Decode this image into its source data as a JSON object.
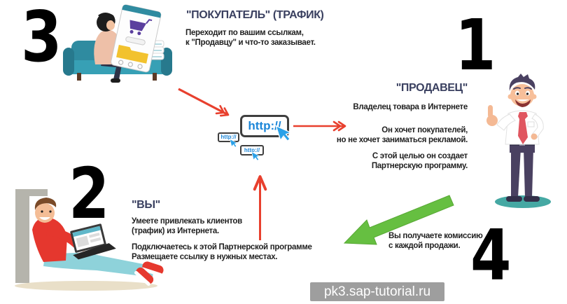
{
  "steps": {
    "seller": {
      "number": "1",
      "title": "\"ПРОДАВЕЦ\"",
      "line1": "Владелец товара в Интернете",
      "line2": "Он хочет покупателей,",
      "line3": "но не хочет заниматься рекламой.",
      "line4": "С этой целью он создает",
      "line5": "Партнерскую программу."
    },
    "you": {
      "number": "2",
      "title": "\"ВЫ\"",
      "line1": "Умеете привлекать клиентов",
      "line2": "(трафик) из Интернета.",
      "line3": "Подключаетесь к этой Партнерской программе",
      "line4": "Размещаете ссылку в нужных местах."
    },
    "buyer": {
      "number": "3",
      "title": "\"ПОКУПАТЕЛЬ\" (ТРАФИК)",
      "line1": "Переходит по вашим ссылкам,",
      "line2": "к \"Продавцу\" и что-то заказывает."
    },
    "commission": {
      "number": "4",
      "line1": "Вы получаете комиссию",
      "line2": "с каждой продажи."
    }
  },
  "center": {
    "url_main": "http://",
    "url_small_left": "http://",
    "url_small_bottom": "http://"
  },
  "watermark": {
    "label": "pk3.sap-tutorial.ru"
  },
  "icons": {
    "cursor": "mouse-pointer",
    "cart": "shopping-cart",
    "thumbs_up": "thumbs-up"
  },
  "colors": {
    "heading": "#3a4060",
    "body_text": "#212121",
    "number": "#000000",
    "arrow_red": "#e8402e",
    "arrow_green": "#66bf41",
    "url_blue": "#1c86d8",
    "couch_teal": "#2f8ba0",
    "sweater_red": "#e5372e",
    "watermark_bg": "#969696",
    "watermark_text": "#ffffff"
  }
}
